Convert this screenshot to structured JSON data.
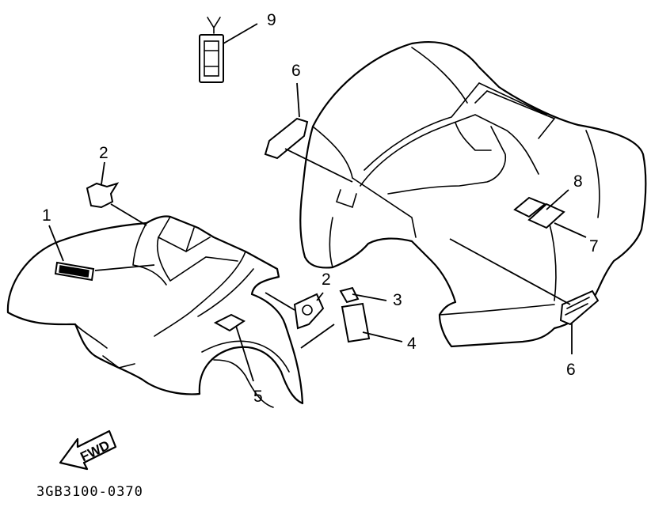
{
  "callouts": {
    "c1": "1",
    "c2a": "2",
    "c2b": "2",
    "c3": "3",
    "c4": "4",
    "c5": "5",
    "c6a": "6",
    "c6b": "6",
    "c7": "7",
    "c8": "8",
    "c9": "9"
  },
  "arrow_text": "FWD",
  "diagram_code": "3GB3100-0370"
}
